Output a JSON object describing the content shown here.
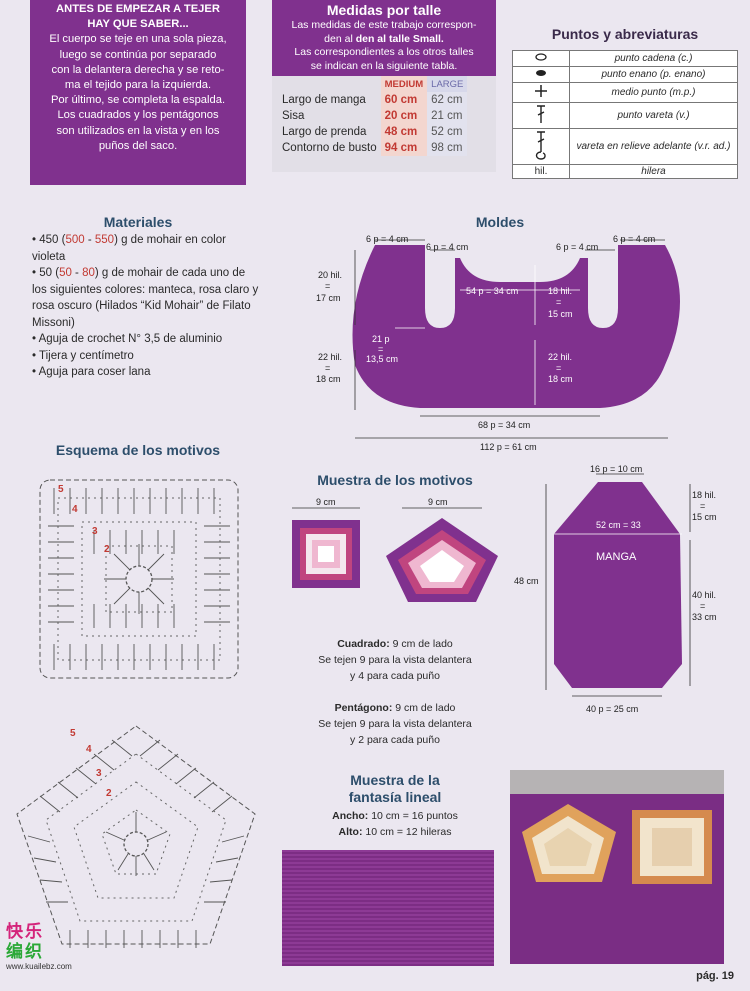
{
  "intro": {
    "heading_1": "ANTES DE EMPEZAR A TEJER",
    "heading_2": "HAY QUE SABER...",
    "lines": [
      "El cuerpo se teje en una sola pieza,",
      "luego se continúa por separado",
      "con la delantera derecha y se reto-",
      "ma el tejido para la izquierda.",
      "Por último, se completa la espalda.",
      "Los cuadrados y los pentágonos",
      "son utilizados en la vista y en los",
      "puños del saco."
    ]
  },
  "medidas": {
    "title": "Medidas por talle",
    "lines": [
      "Las medidas de este trabajo correspon-",
      "den al talle Small.",
      "Las correspondientes a los otros talles",
      "se indican en la siguiente tabla."
    ],
    "col_medium": "MEDIUM",
    "col_large": "LARGE",
    "rows": [
      {
        "label": "Largo de manga",
        "medium": "60 cm",
        "large": "62 cm"
      },
      {
        "label": "Sisa",
        "medium": "20 cm",
        "large": "21 cm"
      },
      {
        "label": "Largo de prenda",
        "medium": "48 cm",
        "large": "52 cm"
      },
      {
        "label": "Contorno de busto",
        "medium": "94 cm",
        "large": "98 cm"
      }
    ]
  },
  "puntos": {
    "title": "Puntos y abreviaturas",
    "rows": [
      {
        "symbol": "oval-open-icon",
        "text": "punto cadena (c.)"
      },
      {
        "symbol": "oval-filled-icon",
        "text": "punto enano (p. enano)"
      },
      {
        "symbol": "plus-icon",
        "text": "medio punto (m.p.)"
      },
      {
        "symbol": "double-crochet-icon",
        "text": "punto vareta (v.)"
      },
      {
        "symbol": "relief-stitch-icon",
        "text": "vareta en relieve adelante (v.r. ad.)"
      },
      {
        "symbol": "hil.",
        "text": "hilera"
      }
    ]
  },
  "materiales": {
    "title": "Materiales",
    "items": [
      {
        "pre": "450 (",
        "a": "500",
        "sep": " - ",
        "b": "550",
        "post": ") g de mohair en color violeta"
      },
      {
        "pre": "50 (",
        "a": "50",
        "sep": " - ",
        "b": "80",
        "post": ") g de mohair de cada uno de los siguientes colores: manteca, rosa claro y rosa oscuro (Hilados “Kid Mohair” de Filato Missoni)"
      },
      {
        "pre": "Aguja de crochet N° 3,5 de aluminio",
        "a": "",
        "sep": "",
        "b": "",
        "post": ""
      },
      {
        "pre": "Tijera y centímetro",
        "a": "",
        "sep": "",
        "b": "",
        "post": ""
      },
      {
        "pre": "Aguja para coser lana",
        "a": "",
        "sep": "",
        "b": "",
        "post": ""
      }
    ]
  },
  "moldes": {
    "title": "Moldes",
    "labels": {
      "top1": "6 p = 4 cm",
      "top2": "6 p = 4 cm",
      "top3": "6 p = 4 cm",
      "top4": "6 p = 4 cm",
      "inner_top": "54 p = 34 cm",
      "left_hil_1": "20 hil.",
      "left_hil_2": "=",
      "left_hil_3": "17 cm",
      "right_hil_1": "18 hil.",
      "right_hil_2": "=",
      "right_hil_3": "15 cm",
      "p21_1": "21 p",
      "p21_2": "=",
      "p21_3": "13,5 cm",
      "left22_1": "22 hil.",
      "left22_2": "=",
      "left22_3": "18 cm",
      "right22_1": "22 hil.",
      "right22_2": "=",
      "right22_3": "18 cm",
      "bottom_inner": "68 p = 34 cm",
      "bottom_outer": "112 p = 61 cm"
    }
  },
  "esquema": {
    "title": "Esquema de los motivos",
    "square_nums": [
      "5",
      "4",
      "3",
      "2"
    ],
    "pent_nums": [
      "5",
      "4",
      "3",
      "2"
    ]
  },
  "muestra_motivos": {
    "title": "Muestra de los motivos",
    "square_label": "9 cm",
    "pent_label": "9 cm",
    "cuadrado_bold": "Cuadrado:",
    "cuadrado_lines": [
      " 9 cm de lado",
      "Se tejen 9 para la vista delantera",
      "y 4 para cada puño"
    ],
    "pentagono_bold": "Pentágono:",
    "pentagono_lines": [
      " 9 cm de lado",
      "Se tejen 9 para la vista delantera",
      "y 2 para cada puño"
    ]
  },
  "manga": {
    "label": "MANGA",
    "top": "16 p = 10 cm",
    "inner": "52 cm = 33",
    "left": "48 cm",
    "r1_1": "18 hil.",
    "r1_2": "=",
    "r1_3": "15 cm",
    "r2_1": "40 hil.",
    "r2_2": "=",
    "r2_3": "33 cm",
    "bottom": "40 p = 25 cm"
  },
  "fantasia": {
    "title_1": "Muestra de la",
    "title_2": "fantasía lineal",
    "ancho_bold": "Ancho:",
    "ancho": " 10 cm = 16 puntos",
    "alto_bold": "Alto:",
    "alto": " 10 cm = 12 hileras"
  },
  "logo": {
    "cn_1": "快乐",
    "cn_2": "编织",
    "url": "www.kuailebz.com"
  },
  "page": "pág. 19",
  "colors": {
    "purple": "#80318e",
    "pink_dark": "#c0457f",
    "pink_light": "#efb7d0",
    "red": "#c23a33"
  }
}
